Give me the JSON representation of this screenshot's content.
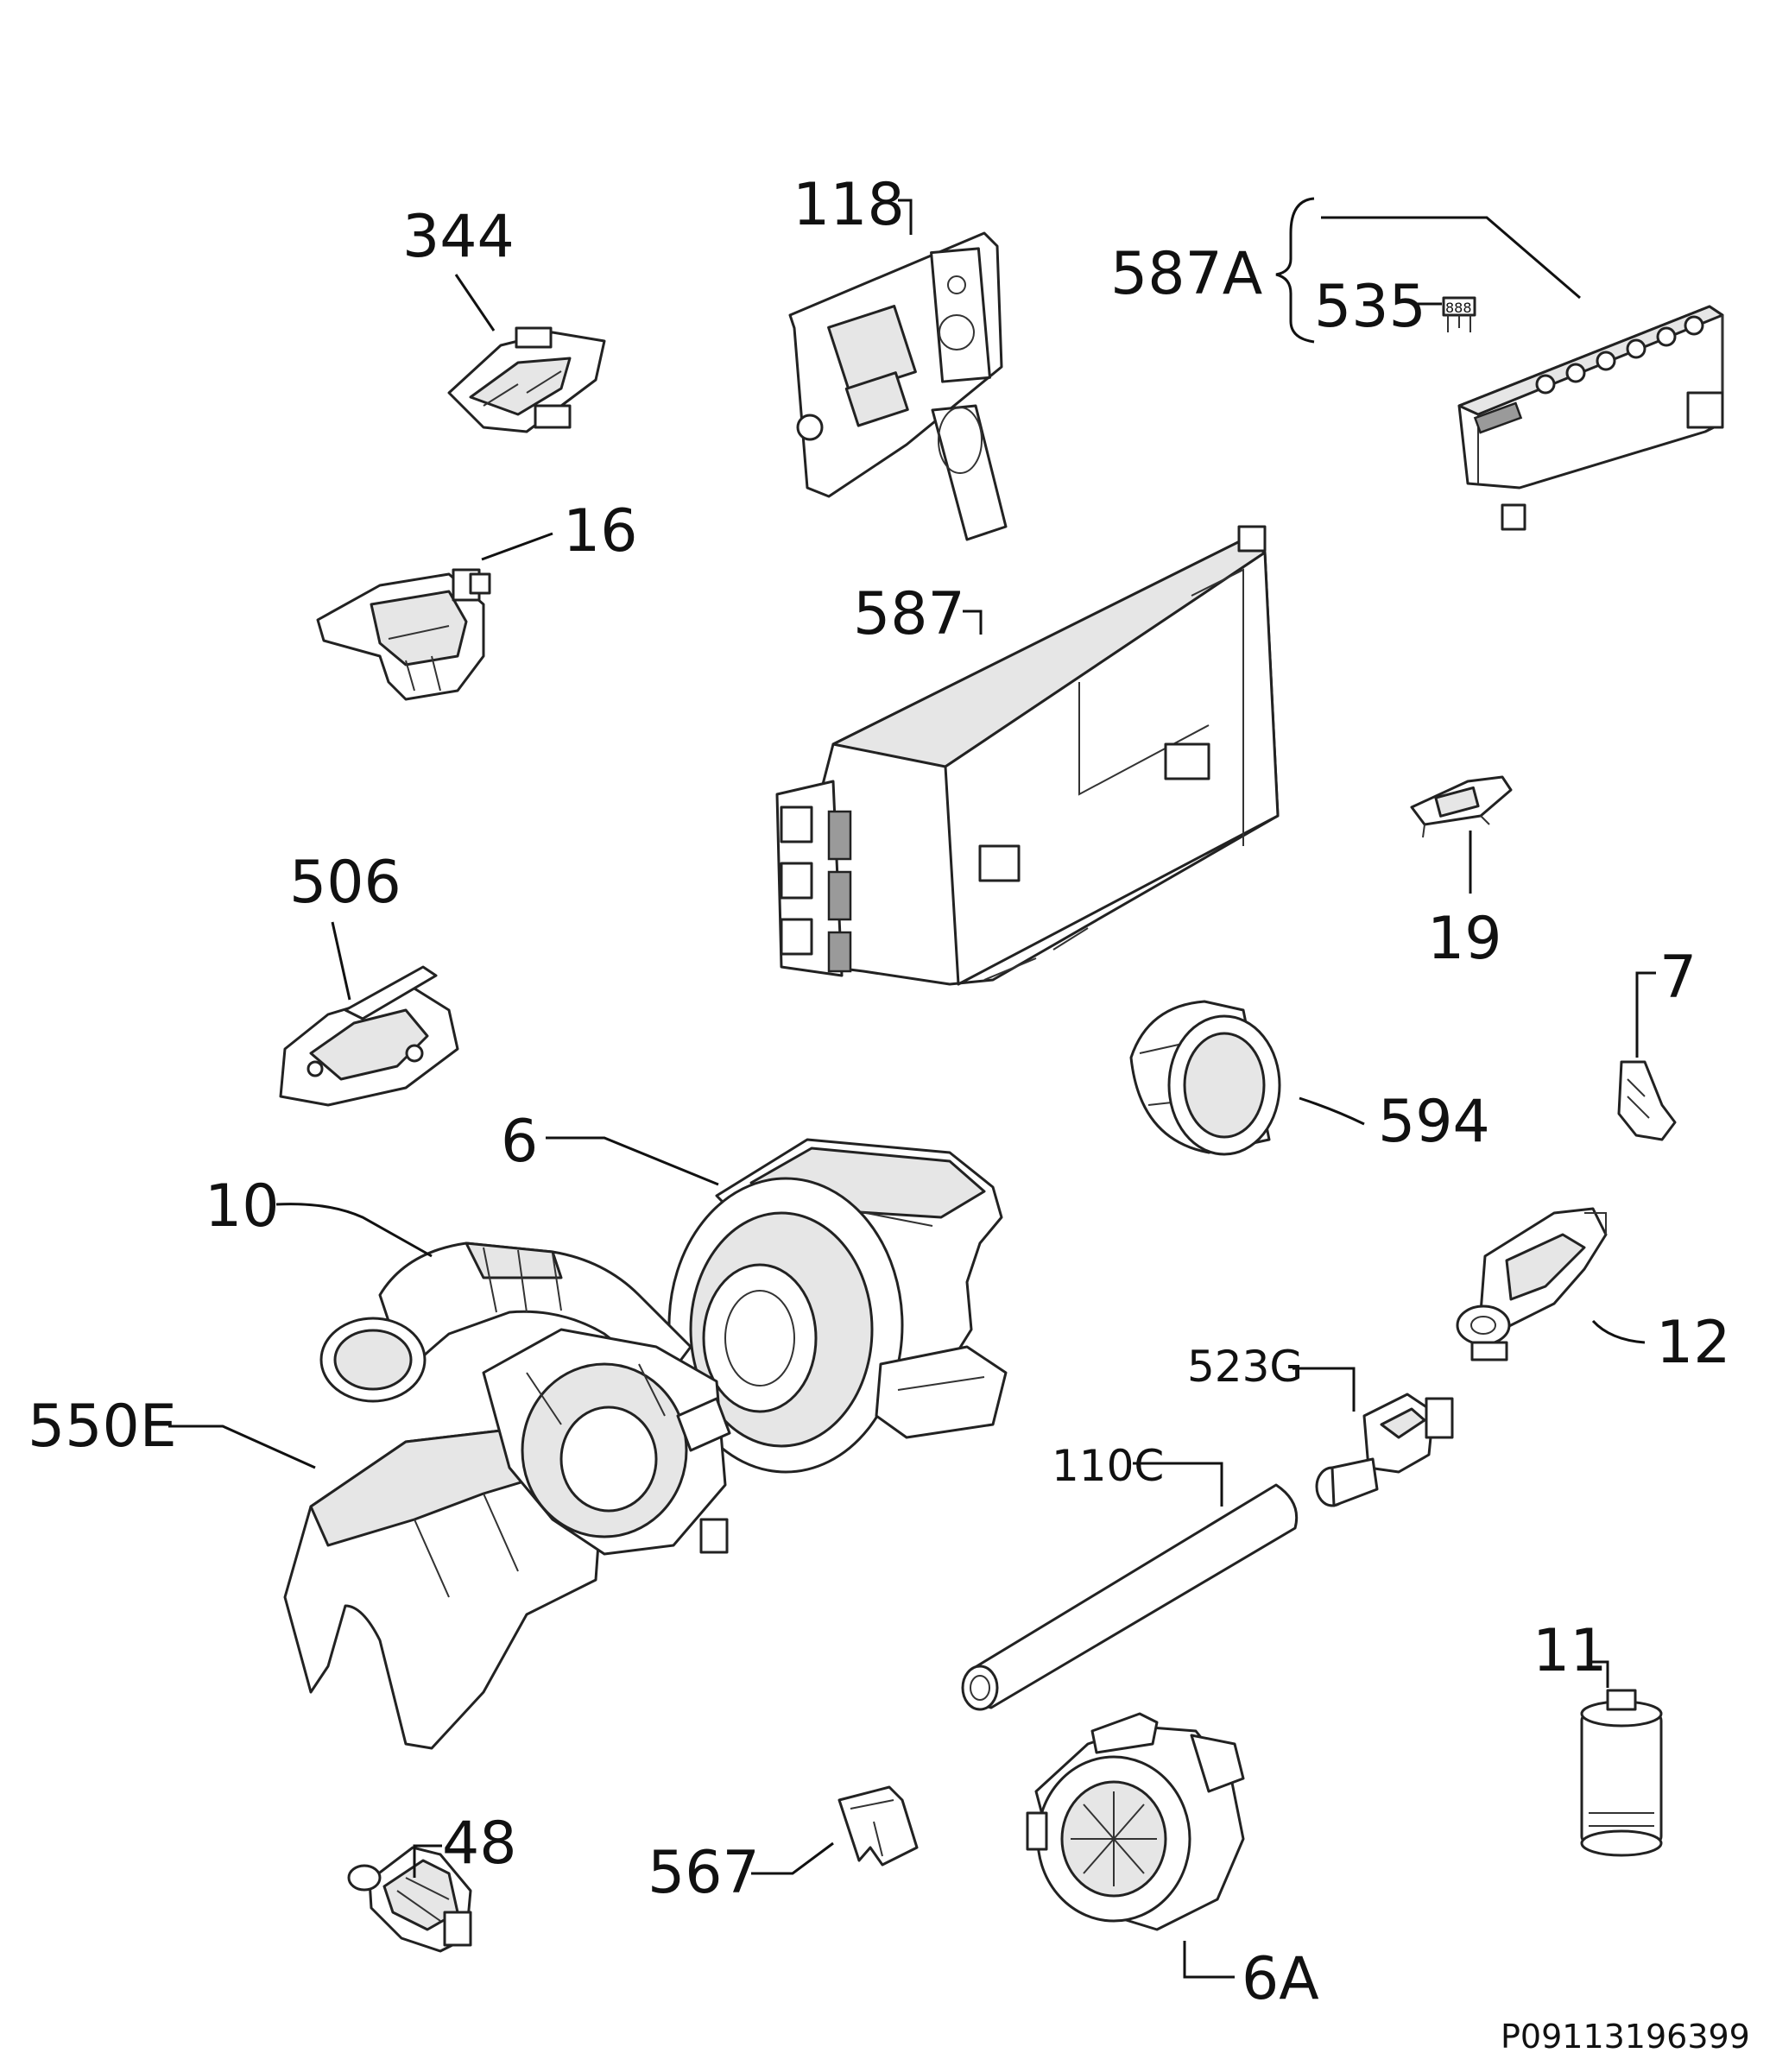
{
  "labels": {
    "p344": "344",
    "p118": "118",
    "p587A": "587A",
    "p535": "535",
    "p16": "16",
    "p587": "587",
    "p506": "506",
    "p19": "19",
    "p7": "7",
    "p594": "594",
    "p6": "6",
    "p10": "10",
    "p12": "12",
    "p523G": "523G",
    "p550E": "550E",
    "p110C": "110C",
    "p11": "11",
    "p48": "48",
    "p567": "567",
    "p6A": "6A"
  },
  "footer": {
    "reference": "P09113196399"
  }
}
